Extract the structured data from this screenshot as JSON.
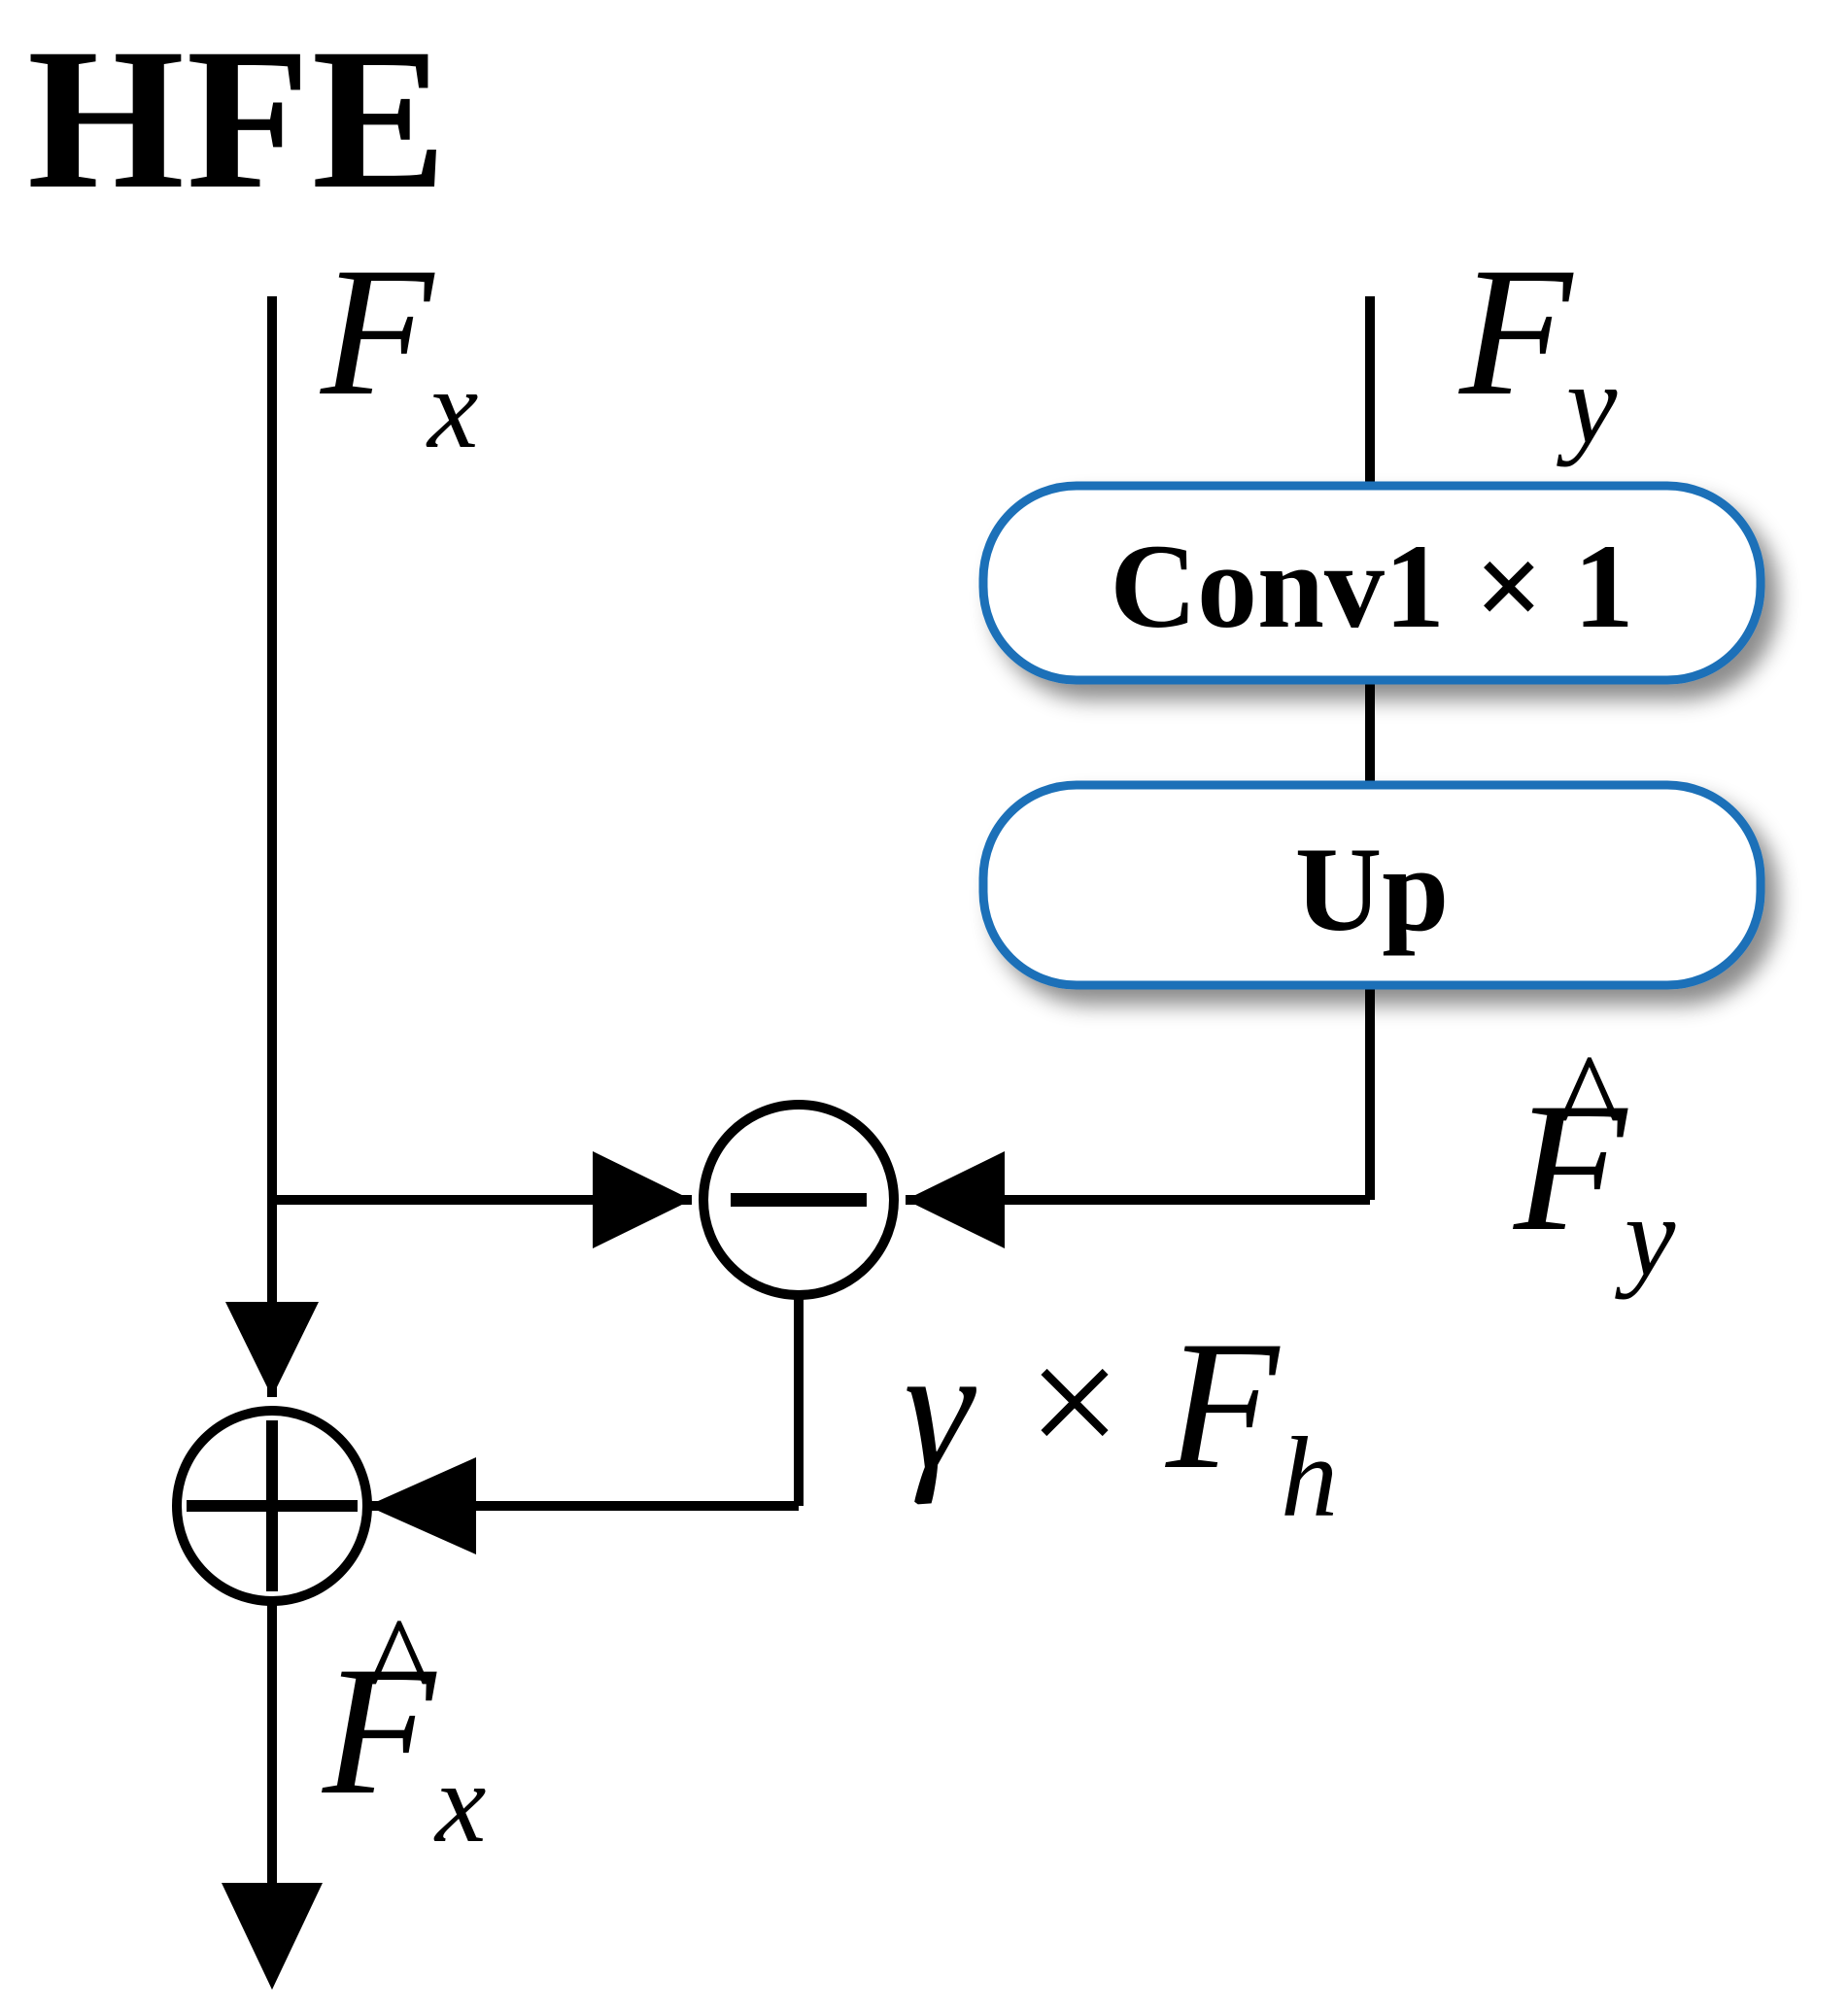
{
  "title": "HFE",
  "blocks": {
    "conv": {
      "label": "Conv1 × 1"
    },
    "up": {
      "label": "Up"
    }
  },
  "labels": {
    "fx": {
      "base": "F",
      "sub": "x"
    },
    "fy": {
      "base": "F",
      "sub": "y"
    },
    "fy_hat": {
      "hat": "^",
      "base": "F",
      "sub": "y"
    },
    "fh": {
      "gamma": "γ",
      "times": "×",
      "base": "F",
      "sub": "h"
    },
    "fx_hat": {
      "hat": "^",
      "base": "F",
      "sub": "x"
    }
  },
  "operators": {
    "subtract": "minus-circle",
    "add": "plus-circle"
  },
  "colors": {
    "line": "#000000",
    "block_border": "#1a70b8",
    "block_fill": "#ffffff"
  }
}
